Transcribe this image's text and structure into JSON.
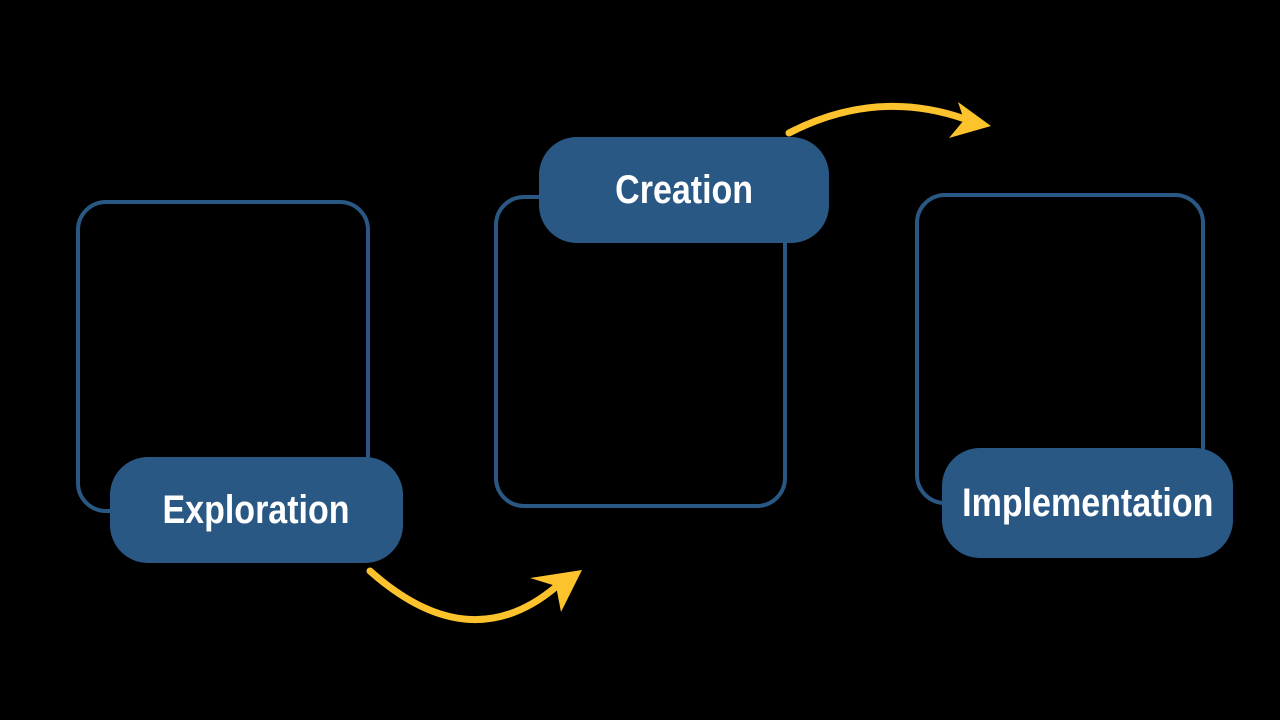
{
  "diagram": {
    "type": "process-flow",
    "colors": {
      "node_blue": "#2A5885",
      "arrow_yellow": "#FCC32D",
      "label_text": "#FFFFFF",
      "background": "#000000"
    },
    "stages": [
      {
        "label": "Exploration"
      },
      {
        "label": "Creation"
      },
      {
        "label": "Implementation"
      }
    ],
    "arrows": [
      {
        "name": "exploration-to-creation"
      },
      {
        "name": "creation-to-implementation"
      }
    ]
  }
}
